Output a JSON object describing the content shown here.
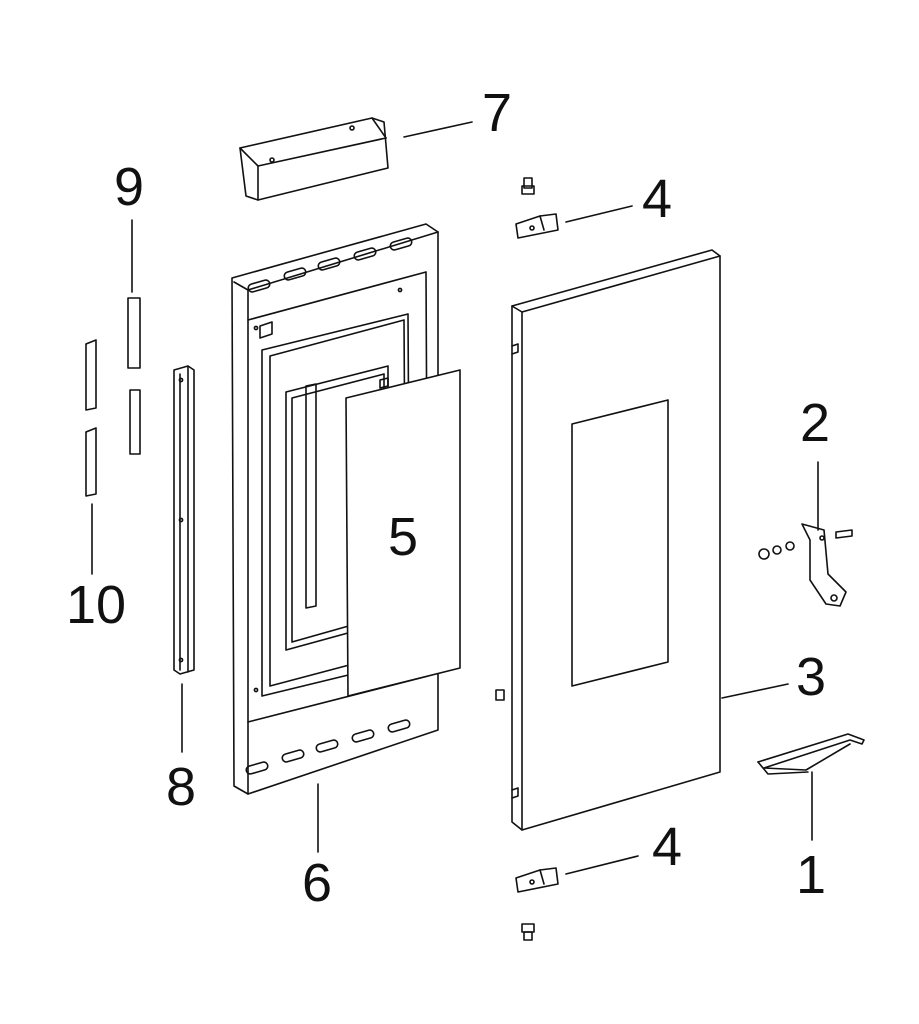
{
  "callouts": {
    "part_1": "1",
    "part_2": "2",
    "part_3": "3",
    "part_4_top": "4",
    "part_4_bottom": "4",
    "part_5": "5",
    "part_6": "6",
    "part_7": "7",
    "part_8": "8",
    "part_9": "9",
    "part_10": "10"
  },
  "colors": {
    "line": "#111111",
    "panel": "#ffffff",
    "window": "#ffffff"
  }
}
